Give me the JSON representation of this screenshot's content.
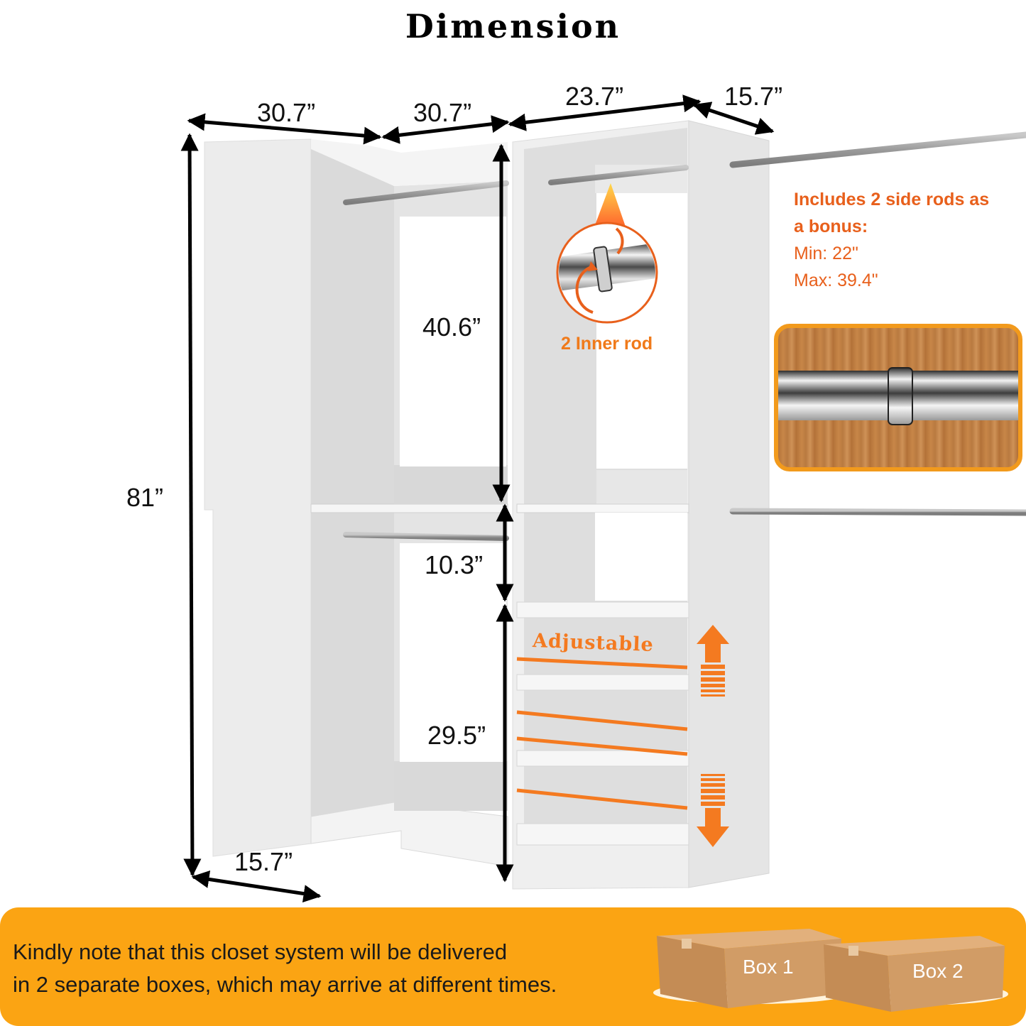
{
  "title": "Dimension",
  "dimensions": {
    "top_left_width": "30.7”",
    "top_middle_width": "30.7”",
    "top_right_width": "23.7”",
    "top_right_depth": "15.7”",
    "total_height": "81”",
    "upper_section_height": "40.6”",
    "middle_section_height": "10.3”",
    "lower_section_height": "29.5”",
    "bottom_depth": "15.7”"
  },
  "inner_rod": {
    "label": "2 Inner rod",
    "icon": "telescoping-rod-icon"
  },
  "bonus": {
    "heading_line1": "Includes 2 side rods as",
    "heading_line2": "a bonus:",
    "min": "Min: 22\"",
    "max": "Max: 39.4\""
  },
  "adjustable": {
    "label": "Adjustable",
    "icon": "up-down-arrow-icon"
  },
  "banner": {
    "line1": "Kindly note that this closet system will be delivered",
    "line2": "in 2 separate boxes, which may arrive at different times.",
    "boxes": [
      "Box 1",
      "Box 2"
    ],
    "color": "#fba413"
  },
  "colors": {
    "accent_orange": "#f47a20",
    "text_orange": "#e8601c",
    "cabinet_white": "#f2f2f2",
    "cabinet_shade": "#dcdcdc",
    "rod_gray": "#a9a9a9"
  }
}
